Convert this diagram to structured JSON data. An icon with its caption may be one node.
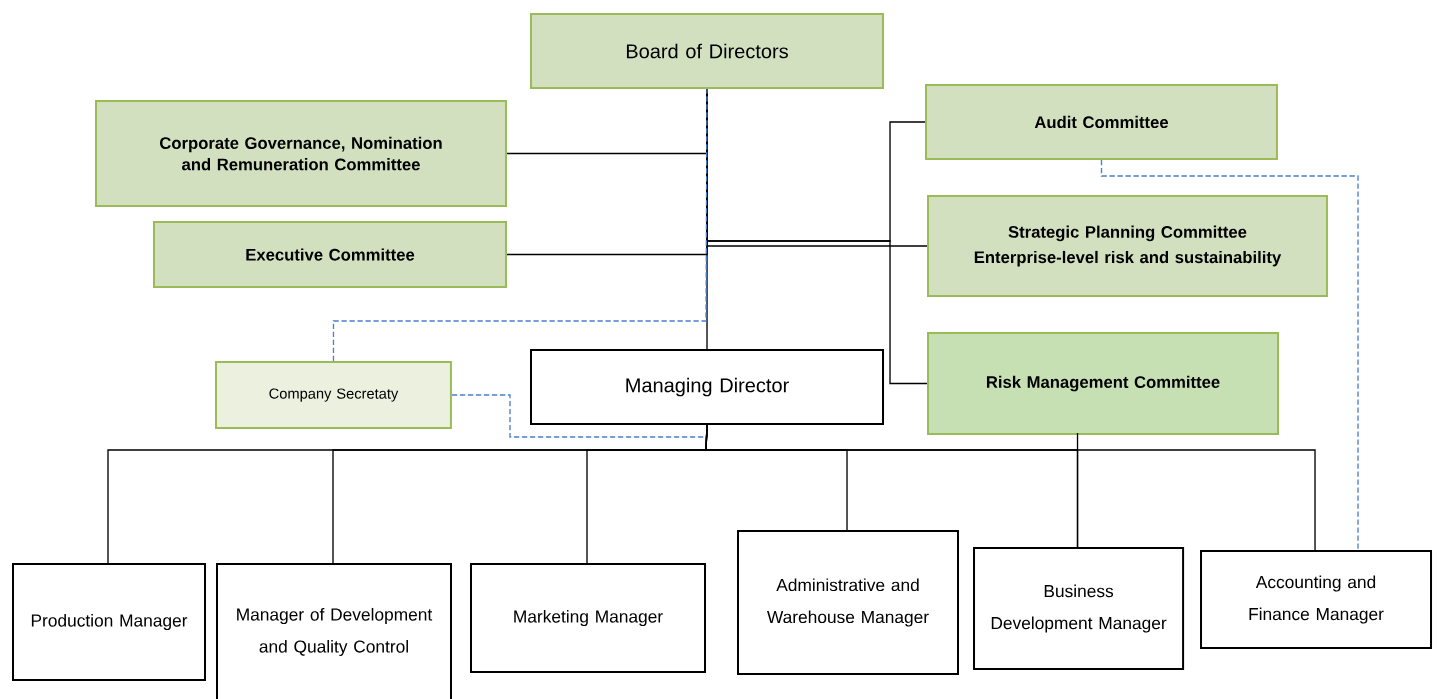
{
  "diagram": {
    "nodes": [
      {
        "text": [
          "Board of Directors"
        ]
      },
      {
        "text": [
          "Corporate Governance, Nomination and Remuneration Committee"
        ]
      },
      {
        "text": [
          "Executive Committee"
        ]
      },
      {
        "text": [
          "Audit Committee"
        ]
      },
      {
        "text": [
          "Strategic Planning Committee",
          "Enterprise-level risk and sustainability"
        ]
      },
      {
        "text": [
          "Risk Management Committee"
        ]
      },
      {
        "text": [
          "Company Secretaty"
        ]
      },
      {
        "text": [
          "Managing Director"
        ]
      },
      {
        "text": [
          "Production Manager"
        ]
      },
      {
        "text": [
          "Manager of Development and Quality Control"
        ]
      },
      {
        "text": [
          "Marketing Manager"
        ]
      },
      {
        "text": [
          "Administrative and Warehouse Manager"
        ]
      },
      {
        "text": [
          "Business Development Manager"
        ]
      },
      {
        "text": [
          "Accounting and Finance Manager"
        ]
      }
    ],
    "edges": [
      {
        "from": 0,
        "to": 7,
        "arrow": "none"
      },
      {
        "from": 0,
        "to": 1,
        "arrow": "none"
      },
      {
        "from": 0,
        "to": 2,
        "arrow": "none"
      },
      {
        "from": 0,
        "to": 3,
        "arrow": "none"
      },
      {
        "from": 0,
        "to": 4,
        "arrow": "none"
      },
      {
        "from": 0,
        "to": 5,
        "arrow": "none"
      },
      {
        "from": 6,
        "to": 0,
        "arrow": "none",
        "style": "dashed",
        "color": "#4a7fcf"
      },
      {
        "from": 6,
        "to": 7,
        "arrow": "none",
        "style": "dashed",
        "color": "#4a7fcf"
      },
      {
        "from": 3,
        "to": 13,
        "arrow": "none",
        "style": "dashed",
        "color": "#4a7fcf"
      },
      {
        "from": 7,
        "to": 8,
        "arrow": "none"
      },
      {
        "from": 7,
        "to": 9,
        "arrow": "none"
      },
      {
        "from": 7,
        "to": 10,
        "arrow": "none"
      },
      {
        "from": 7,
        "to": 11,
        "arrow": "none"
      },
      {
        "from": 7,
        "to": 12,
        "arrow": "none"
      },
      {
        "from": 7,
        "to": 13,
        "arrow": "none"
      },
      {
        "from": 5,
        "to": 12,
        "arrow": "none"
      }
    ]
  }
}
